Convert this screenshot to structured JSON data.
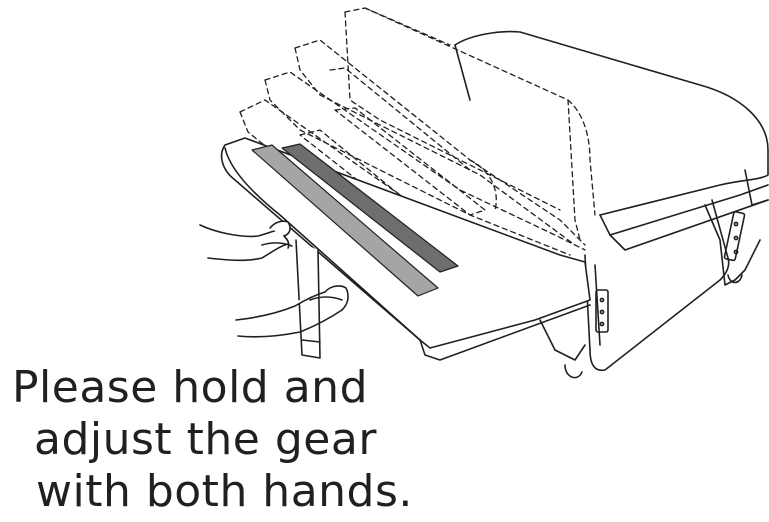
{
  "caption": {
    "lines": [
      "Please hold and",
      "adjust the gear",
      "with both hands."
    ]
  },
  "colors": {
    "ink": "#231f20",
    "strip_light": "#a5a5a5",
    "strip_dark": "#6e6e6e",
    "background": "#ffffff"
  },
  "icons": [
    "sofa-bed-illustration",
    "hand-icon",
    "hand-icon"
  ]
}
